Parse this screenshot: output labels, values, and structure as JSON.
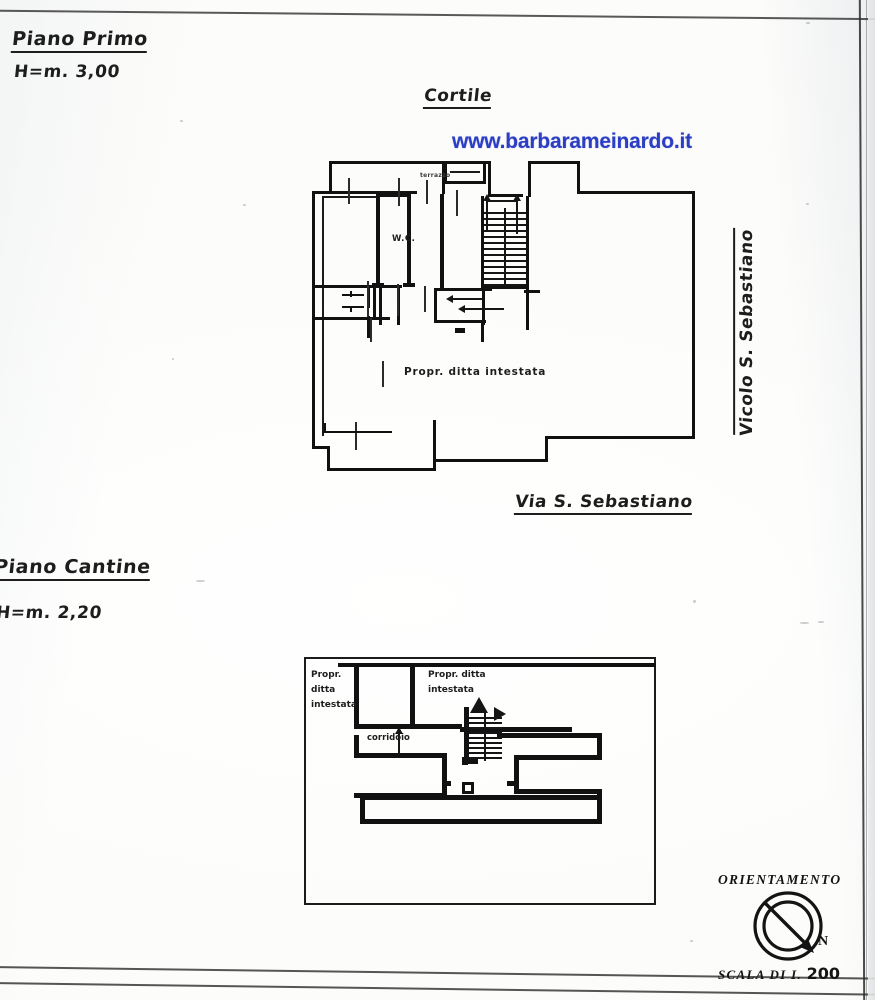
{
  "document": {
    "type": "planimetria-catastale",
    "watermark": "www.barbarameinardo.it",
    "watermark_color": "#2b3ec4",
    "ink_color": "#1d1d1d",
    "paper_color": "#fdfdfb"
  },
  "upper_plan": {
    "title": "Piano Primo",
    "height_note": "H=m. 3,00",
    "top_label": "Cortile",
    "bottom_label": "Via  S. Sebastiano",
    "right_label": "Vicolo  S. Sebastiano",
    "rooms": [
      {
        "name": "propr-ditta-intestata",
        "label": "Propr. ditta intestata"
      },
      {
        "name": "wc",
        "label": "W.C."
      },
      {
        "name": "annex",
        "label": "terrazzo"
      }
    ],
    "stair": {
      "name": "staircase",
      "treads": 13,
      "direction": "up"
    }
  },
  "lower_plan": {
    "title": "Piano Cantine",
    "height_note": "H=m. 2,20",
    "rooms": [
      {
        "name": "cellar-left",
        "lines": [
          "Propr.",
          "ditta",
          "intestata"
        ]
      },
      {
        "name": "cellar-right",
        "lines": [
          "Propr. ditta",
          "intestata"
        ]
      },
      {
        "name": "corridor",
        "label": "corridoio"
      }
    ],
    "stair": {
      "name": "staircase",
      "treads": 9,
      "direction": "up"
    }
  },
  "orientation": {
    "title": "ORIENTAMENTO",
    "north_letter": "N",
    "scale": "SCALA DI I.",
    "scale_value": "200"
  }
}
